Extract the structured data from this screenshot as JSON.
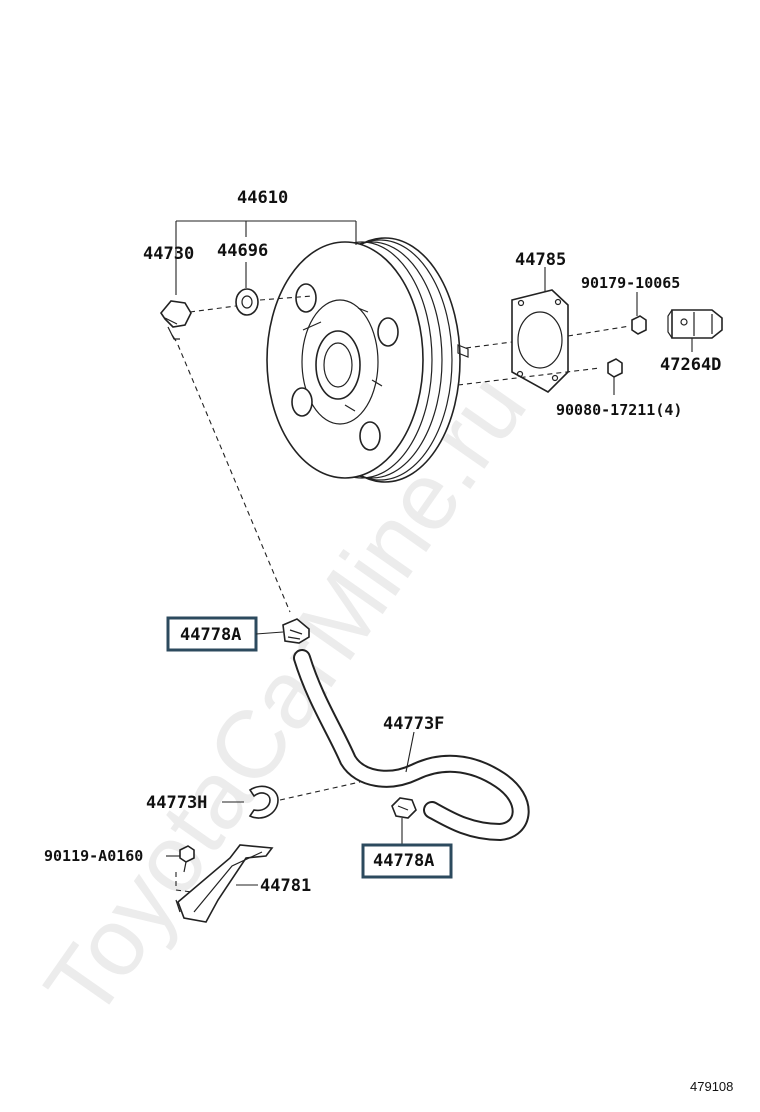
{
  "watermark": "ToyotaCarMine.ru",
  "figure_number": "479108",
  "labels": {
    "booster_assy": "44610",
    "clevis": "44730",
    "seal": "44696",
    "gasket": "44785",
    "nut": "90179-10065",
    "bracket": "47264D",
    "stud_nut": "90080-17211(4)",
    "clip_upper": "44778A",
    "hose": "44773F",
    "clamp": "44773H",
    "bolt": "90119-A0160",
    "hose_bracket": "44781",
    "clip_lower": "44778A"
  },
  "colors": {
    "line": "#222222",
    "highlight_box": "#2c4a5e",
    "watermark": "#ececec"
  }
}
